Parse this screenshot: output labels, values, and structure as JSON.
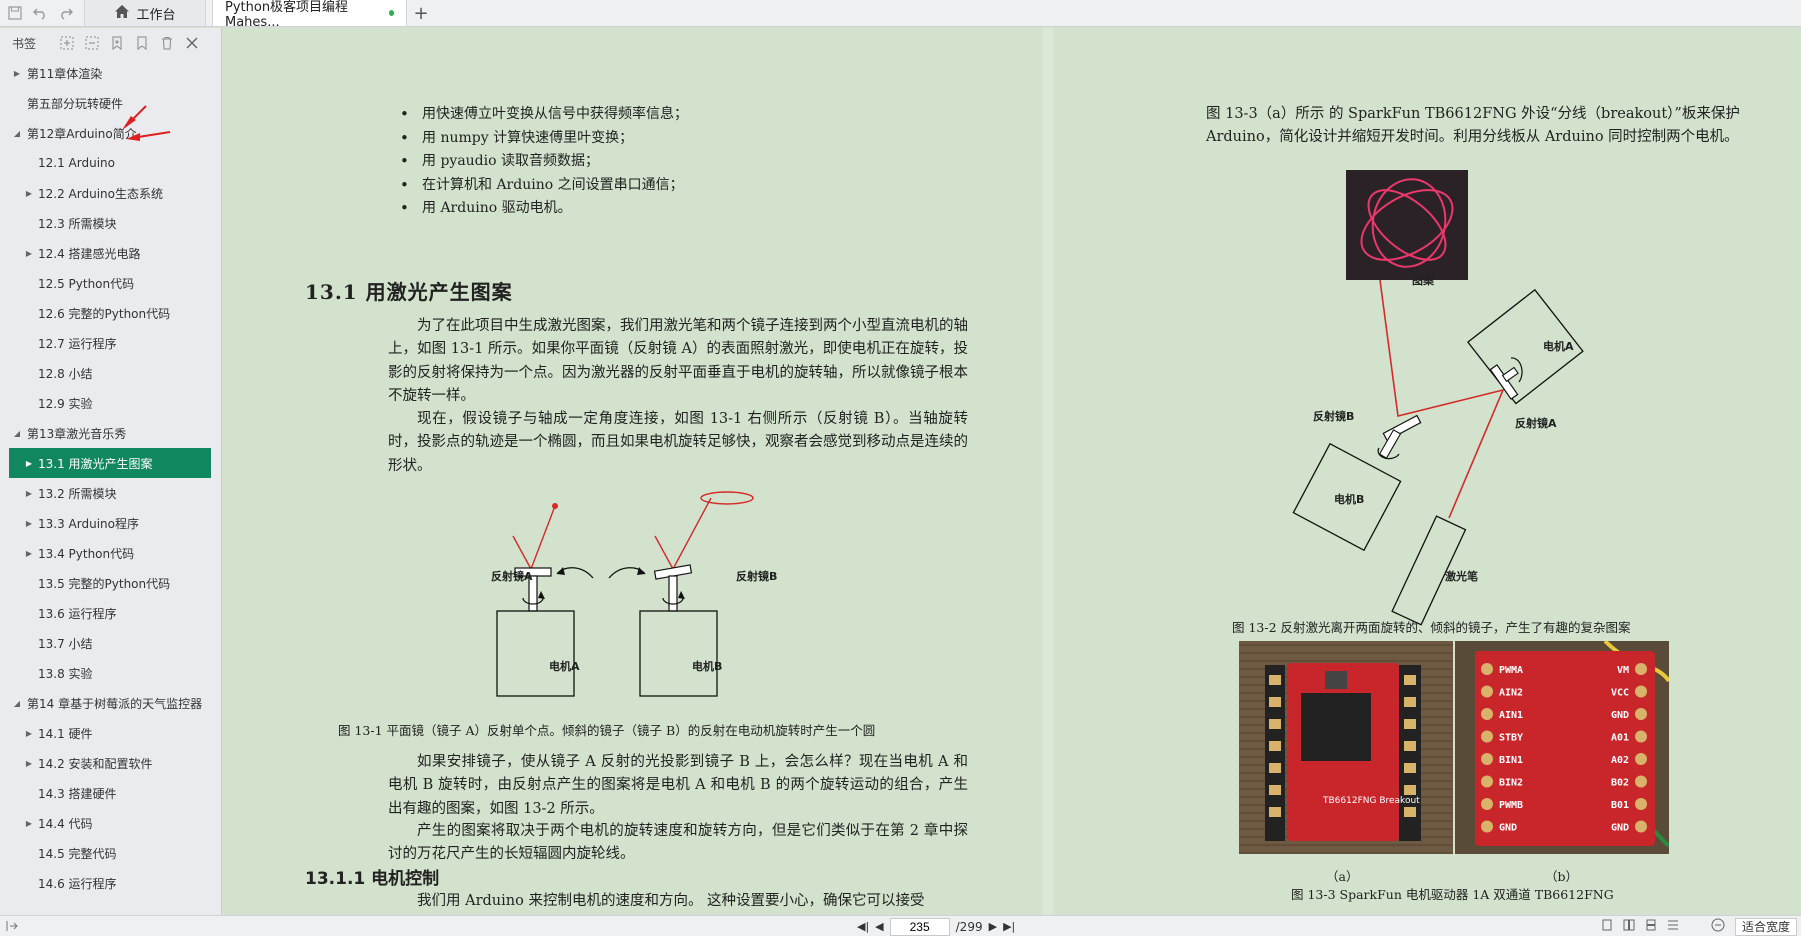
{
  "tabs": {
    "home_label": "工作台",
    "doc_label": "Python极客项目编程  Mahes...",
    "add_label": "+"
  },
  "sidebar": {
    "title": "书签",
    "items": [
      {
        "label": "第11章体渲染",
        "level": 0,
        "arrow": "▶"
      },
      {
        "label": "第五部分玩转硬件",
        "level": 0,
        "arrow": ""
      },
      {
        "label": "第12章Arduino简介",
        "level": 0,
        "arrow": "◢"
      },
      {
        "label": "12.1  Arduino",
        "level": 1,
        "arrow": ""
      },
      {
        "label": "12.2  Arduino生态系统",
        "level": 1,
        "arrow": "▶"
      },
      {
        "label": "12.3  所需模块",
        "level": 1,
        "arrow": ""
      },
      {
        "label": "12.4  搭建感光电路",
        "level": 1,
        "arrow": "▶"
      },
      {
        "label": "12.5  Python代码",
        "level": 1,
        "arrow": ""
      },
      {
        "label": "12.6  完整的Python代码",
        "level": 1,
        "arrow": ""
      },
      {
        "label": "12.7  运行程序",
        "level": 1,
        "arrow": ""
      },
      {
        "label": "12.8  小结",
        "level": 1,
        "arrow": ""
      },
      {
        "label": "12.9  实验",
        "level": 1,
        "arrow": ""
      },
      {
        "label": "第13章激光音乐秀",
        "level": 0,
        "arrow": "◢"
      },
      {
        "label": "13.1  用激光产生图案",
        "level": 1,
        "arrow": "▶",
        "active": true
      },
      {
        "label": "13.2  所需模块",
        "level": 1,
        "arrow": "▶"
      },
      {
        "label": "13.3  Arduino程序",
        "level": 1,
        "arrow": "▶"
      },
      {
        "label": "13.4  Python代码",
        "level": 1,
        "arrow": "▶"
      },
      {
        "label": "13.5  完整的Python代码",
        "level": 1,
        "arrow": ""
      },
      {
        "label": "13.6  运行程序",
        "level": 1,
        "arrow": ""
      },
      {
        "label": "13.7  小结",
        "level": 1,
        "arrow": ""
      },
      {
        "label": "13.8  实验",
        "level": 1,
        "arrow": ""
      },
      {
        "label": "第14  章基于树莓派的天气监控器",
        "level": 0,
        "arrow": "◢"
      },
      {
        "label": "14.1  硬件",
        "level": 1,
        "arrow": "▶"
      },
      {
        "label": "14.2  安装和配置软件",
        "level": 1,
        "arrow": "▶"
      },
      {
        "label": "14.3  搭建硬件",
        "level": 1,
        "arrow": ""
      },
      {
        "label": "14.4  代码",
        "level": 1,
        "arrow": "▶"
      },
      {
        "label": "14.5  完整代码",
        "level": 1,
        "arrow": ""
      },
      {
        "label": "14.6  运行程序",
        "level": 1,
        "arrow": ""
      }
    ]
  },
  "doc": {
    "bullets": [
      "用快速傅立叶变换从信号中获得频率信息；",
      "用 numpy 计算快速傅里叶变换；",
      "用 pyaudio 读取音频数据；",
      "在计算机和 Arduino 之间设置串口通信；",
      "用 Arduino 驱动电机。"
    ],
    "section_title": "13.1   用激光产生图案",
    "para1": "为了在此项目中生成激光图案，我们用激光笔和两个镜子连接到两个小型直流电机的轴上，如图 13-1 所示。如果你平面镜（反射镜 A）的表面照射激光，即使电机正在旋转，投影的反射将保持为一个点。因为激光器的反射平面垂直于电机的旋转轴，所以就像镜子根本不旋转一样。",
    "para2": "现在，假设镜子与轴成一定角度连接，如图 13-1 右侧所示（反射镜 B）。当轴旋转时，投影点的轨迹是一个椭圆，而且如果电机旋转足够快，观察者会感觉到移动点是连续的形状。",
    "fig1": {
      "mirror_a": "反射镜A",
      "mirror_b": "反射镜B",
      "motor_a": "电机A",
      "motor_b": "电机B",
      "caption": "图 13-1    平面镜（镜子 A）反射单个点。倾斜的镜子（镜子 B）的反射在电动机旋转时产生一个圆"
    },
    "para3": "如果安排镜子，使从镜子 A 反射的光投影到镜子 B 上，会怎么样？现在当电机 A 和电机 B 旋转时，由反射点产生的图案将是电机 A 和电机 B 的两个旋转运动的组合，产生出有趣的图案，如图 13-2 所示。",
    "para4": "产生的图案将取决于两个电机的旋转速度和旋转方向，但是它们类似于在第 2 章中探讨的万花尺产生的长短辐圆内旋轮线。",
    "subsection_title": "13.1.1    电机控制",
    "para5": "我们用 Arduino 来控制电机的速度和方向。 这种设置要小心，确保它可以接受",
    "right_para": "图 13-3（a）所示 的 SparkFun TB6612FNG 外设“分线（breakout）”板来保护 Arduino，简化设计并缩短开发时间。利用分线板从 Arduino 同时控制两个电机。",
    "fig2": {
      "pattern_label": "图案",
      "motor_a": "电机A",
      "motor_b": "电机B",
      "mirror_a": "反射镜A",
      "mirror_b": "反射镜B",
      "laser": "激光笔",
      "caption": "图 13-2    反射激光离开两面旋转的、倾斜的镜子，产生了有趣的复杂图案"
    },
    "fig3": {
      "label_a": "（a）",
      "label_b": "（b）",
      "chip_text": "TB6612FNG Breakout",
      "pins_left": [
        "PWMA",
        "AIN2",
        "AIN1",
        "STBY",
        "BIN1",
        "BIN2",
        "PWMB",
        "GND"
      ],
      "pins_right": [
        "VM",
        "VCC",
        "GND",
        "A01",
        "A02",
        "B02",
        "B01",
        "GND"
      ],
      "caption": "图 13-3    SparkFun 电机驱动器 1A 双通道 TB6612FNG"
    }
  },
  "status": {
    "page_current": "235",
    "page_total": "/299",
    "zoom_mode": "适合宽度"
  },
  "colors": {
    "accent": "#10875e",
    "page_bg": "#d3e2cc",
    "laser": "#d42a2a",
    "board_red": "#c8262b",
    "status_dot": "#2bb24c"
  }
}
